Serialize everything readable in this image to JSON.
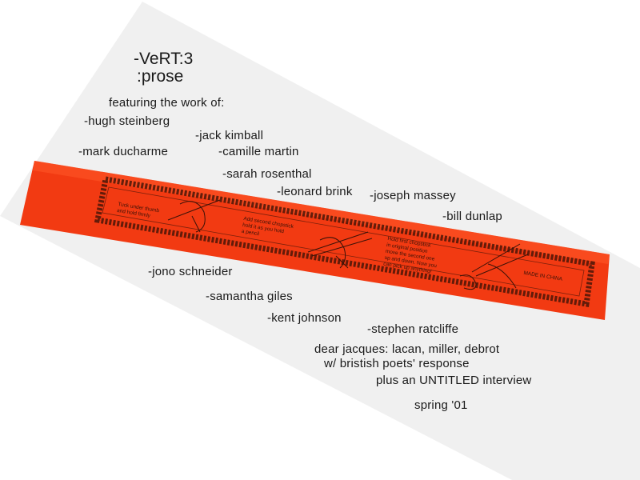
{
  "cover": {
    "title_line1": "-VeRT:3",
    "title_line2": ":prose",
    "featuring": "featuring the work of:",
    "contributors": [
      "-hugh steinberg",
      "-jack kimball",
      "-mark ducharme",
      "-camille martin",
      "-sarah rosenthal",
      "-leonard brink",
      "-joseph massey",
      "-bill dunlap",
      "-jono schneider",
      "-samantha giles",
      "-kent johnson",
      "-stephen ratcliffe"
    ],
    "feature_line1": "dear jacques: lacan, miller, debrot",
    "feature_line2": "w/ bristish poets' response",
    "interview": "plus an UNTITLED interview",
    "issue_date": "spring '01"
  },
  "chopstick_wrapper": {
    "step1": "Tuck under thumb\nand hold firmly",
    "step2": "Add second chopstick\nhold it as you hold\na pencil",
    "step3": "Hold first chopstick\nin original position\nmove the second one\nup and down. Now you\ncan pick up anything!",
    "origin": "MADE IN CHINA",
    "color": "#f23a12"
  },
  "colors": {
    "paper": "#f1f1f1",
    "text": "#1a1a1a",
    "band": "#f23a12"
  }
}
